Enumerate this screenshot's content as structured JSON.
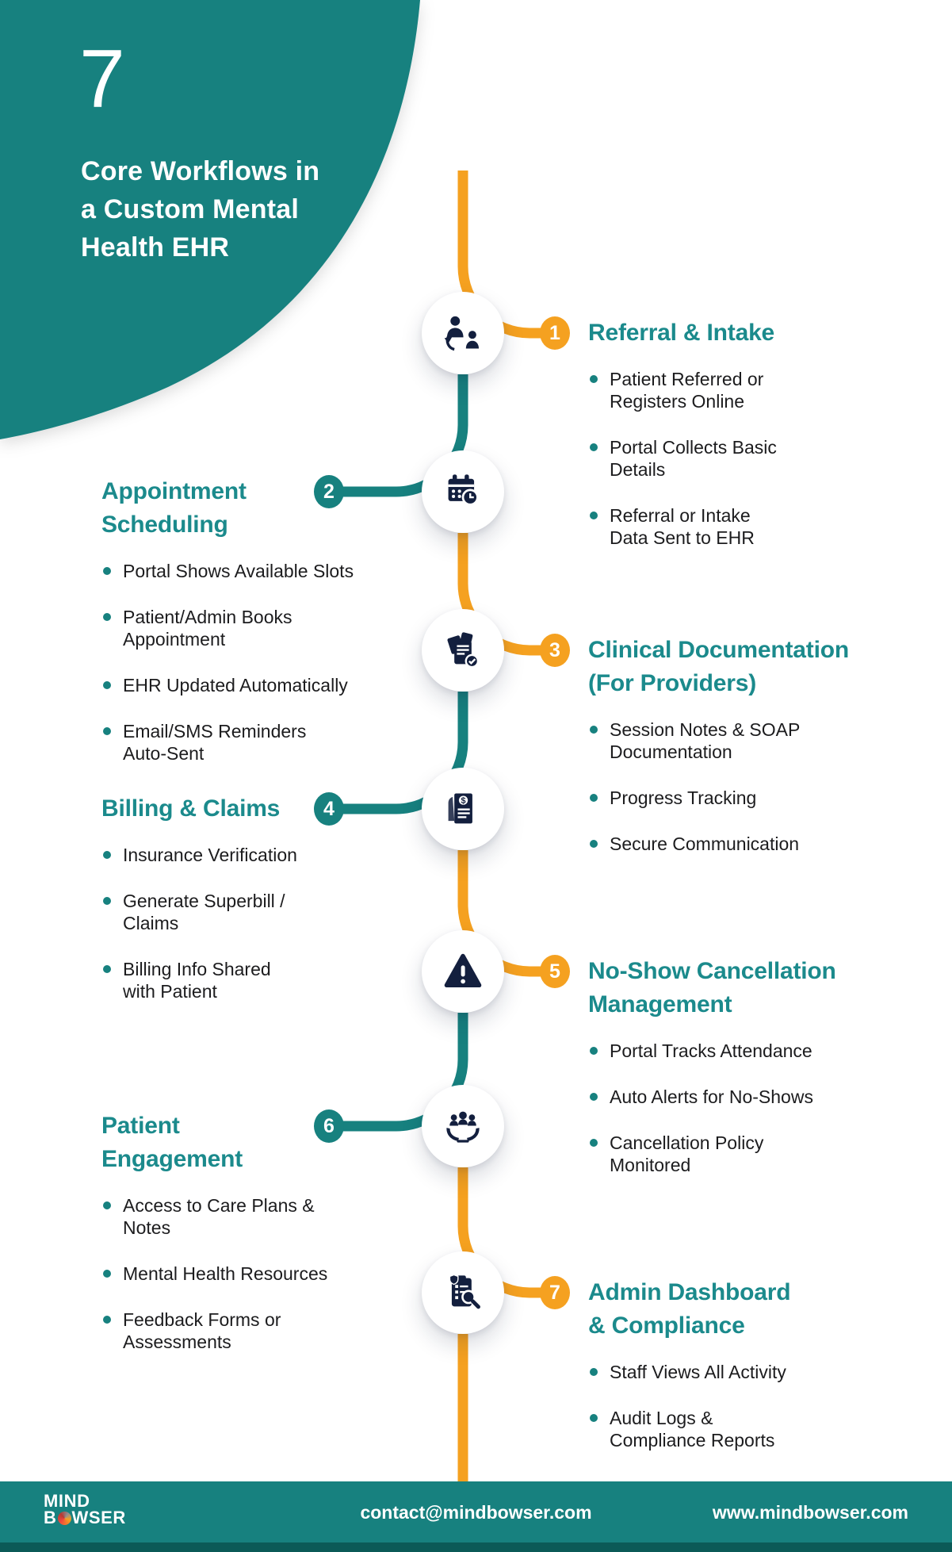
{
  "page": {
    "type": "infographic"
  },
  "colors": {
    "teal": "#17817F",
    "teal_heading": "#1B8A8C",
    "orange": "#F5A120",
    "icon_navy": "#131F3E",
    "body_text": "#1C1C1E",
    "footer_strip": "#0B5A57",
    "background": "#FFFFFF"
  },
  "header": {
    "count": "7",
    "title": "Core Workflows in\na Custom Mental\nHealth EHR"
  },
  "steps": [
    {
      "num": "1",
      "side": "right",
      "icon": "referral-exchange-icon",
      "title": "Referral & Intake",
      "bullets": [
        "Patient Referred or\nRegisters Online",
        "Portal Collects Basic\nDetails",
        "Referral or Intake\nData Sent to EHR"
      ]
    },
    {
      "num": "2",
      "side": "left",
      "icon": "calendar-clock-icon",
      "title": "Appointment\nScheduling",
      "bullets": [
        "Portal Shows Available Slots",
        "Patient/Admin Books\nAppointment",
        "EHR Updated Automatically",
        "Email/SMS Reminders\nAuto-Sent"
      ]
    },
    {
      "num": "3",
      "side": "right",
      "icon": "documents-check-icon",
      "title": "Clinical Documentation\n(For Providers)",
      "bullets": [
        "Session Notes & SOAP\nDocumentation",
        "Progress Tracking",
        "Secure Communication"
      ]
    },
    {
      "num": "4",
      "side": "left",
      "icon": "billing-invoice-icon",
      "title": "Billing & Claims",
      "bullets": [
        "Insurance Verification",
        "Generate Superbill /\nClaims",
        "Billing Info Shared\nwith Patient"
      ]
    },
    {
      "num": "5",
      "side": "right",
      "icon": "warning-triangle-icon",
      "title": "No-Show Cancellation\nManagement",
      "bullets": [
        "Portal Tracks Attendance",
        "Auto Alerts for No-Shows",
        "Cancellation Policy\nMonitored"
      ]
    },
    {
      "num": "6",
      "side": "left",
      "icon": "community-hands-icon",
      "title": "Patient\nEngagement",
      "bullets": [
        "Access to Care Plans &\nNotes",
        "Mental Health Resources",
        "Feedback Forms or\nAssessments"
      ]
    },
    {
      "num": "7",
      "side": "right",
      "icon": "audit-clipboard-icon",
      "title": "Admin Dashboard\n& Compliance",
      "bullets": [
        "Staff Views All Activity",
        "Audit Logs &\nCompliance Reports"
      ]
    }
  ],
  "footer": {
    "logo_line1": "MIND",
    "logo_line2_pre": "B",
    "logo_line2_post": "WSER",
    "email": "contact@mindbowser.com",
    "website": "www.mindbowser.com"
  }
}
